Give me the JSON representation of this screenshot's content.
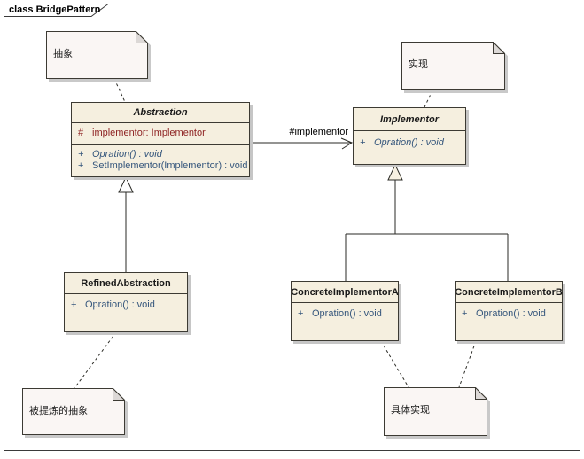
{
  "frame": {
    "title": "class BridgePattern"
  },
  "classes": {
    "abstraction": {
      "name": "Abstraction",
      "attributes": [
        {
          "vis": "#",
          "text": "implementor: Implementor"
        }
      ],
      "methods": [
        {
          "vis": "+",
          "text": "Opration() : void"
        },
        {
          "vis": "+",
          "text": "SetImplementor(Implementor) : void"
        }
      ]
    },
    "implementor": {
      "name": "Implementor",
      "methods": [
        {
          "vis": "+",
          "text": "Opration() : void"
        }
      ]
    },
    "refined_abstraction": {
      "name": "RefinedAbstraction",
      "methods": [
        {
          "vis": "+",
          "text": "Opration() : void"
        }
      ]
    },
    "concrete_implementor_a": {
      "name": "ConcreteImplementorA",
      "methods": [
        {
          "vis": "+",
          "text": "Opration() : void"
        }
      ]
    },
    "concrete_implementor_b": {
      "name": "ConcreteImplementorB",
      "methods": [
        {
          "vis": "+",
          "text": "Opration() : void"
        }
      ]
    }
  },
  "notes": {
    "abstract": "抽象",
    "implementation": "实现",
    "refined": "被提炼的抽象",
    "concrete": "具体实现"
  },
  "connectors": {
    "association_label": "#implementor"
  },
  "colors": {
    "class_fill": "#F5EFDF",
    "note_fill": "#FAF6F4",
    "attribute_text": "#8E2323",
    "method_text": "#35567C",
    "shadow": "#C6C6C6",
    "line": "#2a2a25"
  }
}
